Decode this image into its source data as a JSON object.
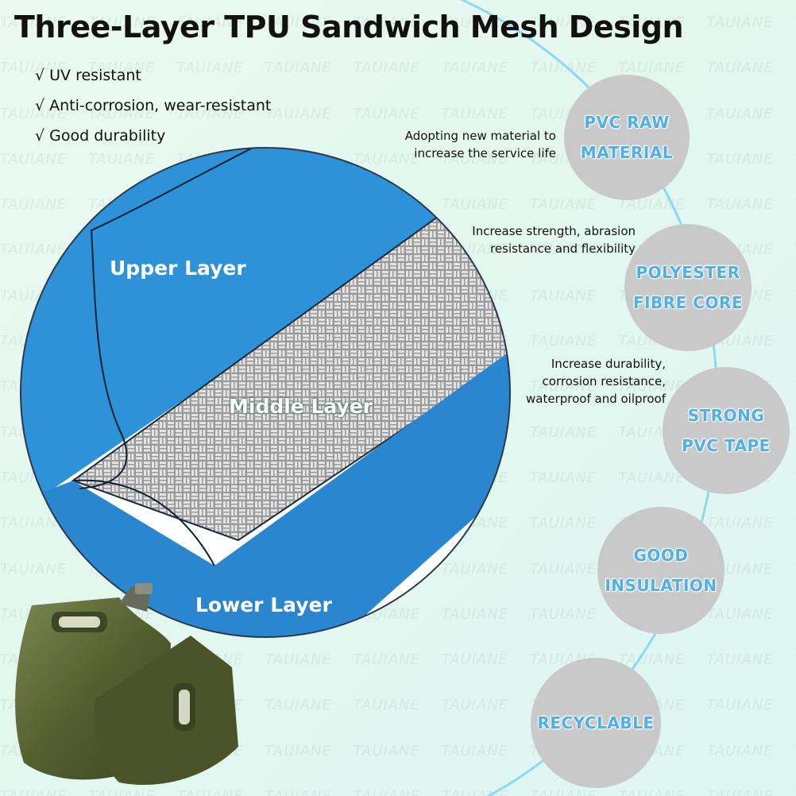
{
  "title": "Three-Layer TPU Sandwich Mesh Design",
  "bullets": [
    "√ UV resistant",
    "√ Anti-corrosion, wear-resistant",
    "√ Good durability"
  ],
  "layers": {
    "upper": "Upper Layer",
    "middle": "Middle Layer",
    "lower": "Lower Layer"
  },
  "descriptions": [
    {
      "line1": "Adopting new material to",
      "line2": "increase the service life"
    },
    {
      "line1": "Increase strength, abrasion",
      "line2": "resistance and flexibility"
    },
    {
      "line1": "Increase durability,",
      "line2": "corrosion resistance,",
      "line3": "waterproof and oilproof"
    }
  ],
  "features": [
    {
      "line1": "PVC RAW",
      "line2": "MATERIAL"
    },
    {
      "line1": "POLYESTER",
      "line2": "FIBRE CORE"
    },
    {
      "line1": "STRONG",
      "line2": "PVC TAPE"
    },
    {
      "line1": "GOOD",
      "line2": "INSULATION"
    },
    {
      "line1": "RECYCLABLE"
    }
  ],
  "watermark": "TAUIANE",
  "colors": {
    "blue_layer": "#2d8fd6",
    "mesh_gray": "#a9a9a9",
    "bubble_gray": "#c9c9c9",
    "bubble_text": "#4fb0e8",
    "arc": "#8fd8f5",
    "bag": "#5a6636"
  }
}
